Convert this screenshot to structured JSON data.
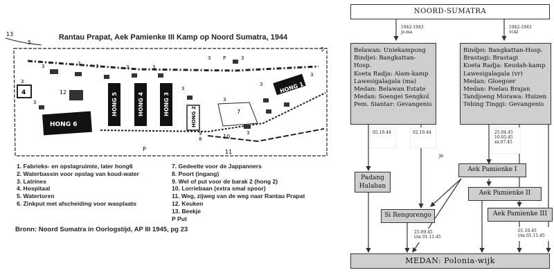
{
  "map": {
    "title": "Rantau Prapat, Aek Pamienke III Kamp op Noord Sumatra, 1944",
    "corner_labels": [
      "13",
      "5",
      "5"
    ],
    "buildings": [
      "HONG 6",
      "HONG 5",
      "HONG 4",
      "HONG 3",
      "HONG 2",
      "HONG 1"
    ],
    "small_labels": [
      "3",
      "3",
      "3",
      "3",
      "3",
      "3",
      "3",
      "3",
      "3",
      "3",
      "3",
      "3",
      "3",
      "3",
      "4",
      "12",
      "7",
      "10",
      "9",
      "8",
      "11",
      "P",
      "P"
    ],
    "legend_left": [
      "1.   Fabrieks- en opslagruimte, later hong6",
      "2.   Waterbassin voor opslag van koud-water",
      "3.   Latrines",
      "4.   Hospitaal",
      "5.   Watertoren",
      "6.   Zinkput met afscheiding voor wasplaats"
    ],
    "legend_right": [
      "7.    Gedeelte voor de Jappanners",
      "8.    Poort (ingang)",
      "9.    Wel of put voor de barak 2 (hong 2)",
      "10.  Lorriebaan (extra smal spoor)",
      "11.  Weg, zijweg van de weg naar Rantau Prapat",
      "12.  Keuken",
      "13.  Beekje",
      "P     Put"
    ],
    "source": "Bronn: Noord Sumatra in Oorlogstijd, AP III 1945, pg 23"
  },
  "flow": {
    "top": "NOORD-SUMATRA",
    "note_left_top": [
      "1942-1943",
      "jo.ma"
    ],
    "note_right_top": [
      "1942-1943",
      "vr.kl"
    ],
    "left_list": [
      "Belawan: Uniekampong",
      "Bindjei: Bangkattan-Hosp.",
      "Koeta Radja: Alam-kamp",
      "Lawesigalagala (ma)",
      "Medan: Belawan Estate",
      "Medan: Soengei Sengkol",
      "Pem. Siantar: Gevangenis"
    ],
    "right_list": [
      "Bindjei: Bangkattan-Hosp.",
      "Brastagi: Brastagi",
      "Koeta Radja: Keudah-kamp",
      "Lawesigalagala (vr)",
      "Medan: Gloegoer",
      "Medan: Poelau Brajan",
      "Tandjoeng Morawa: Huizen",
      "Tebing Tinggi: Gevangenis"
    ],
    "date_a": "05.10.44",
    "date_b": "02.10.44",
    "date_c": [
      "25.04.45",
      "10.05.45",
      "xx.07.45"
    ],
    "jo_label": "jo",
    "padang": [
      "Padang",
      "Halaban"
    ],
    "si_rengorengo": "Si Rengorengo",
    "aek1": "Aek Pamienke I",
    "aek2": "Aek Pamienke II",
    "aek3": "Aek Pamienke III",
    "date_d": [
      "25.09.45",
      "t/m 01.11.45"
    ],
    "date_e": [
      "01.10.45",
      "t/m 01.11.45"
    ],
    "bottom": "MEDAN: Polonia-wijk"
  }
}
